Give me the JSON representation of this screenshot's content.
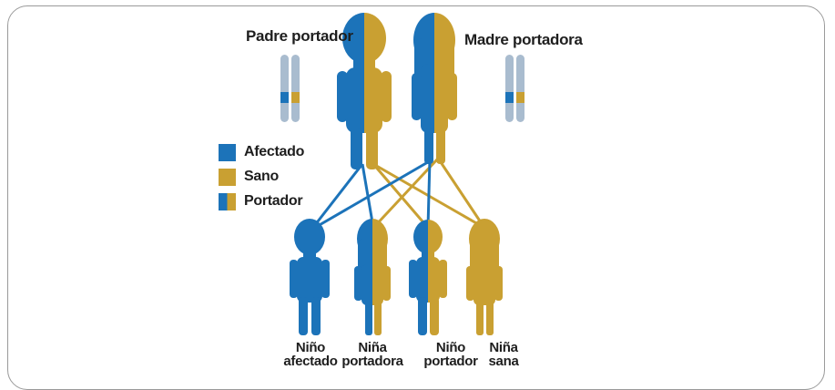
{
  "colors": {
    "affected": "#1c73b9",
    "healthy": "#c9a032",
    "chromosome": "#a9bccf"
  },
  "parents": {
    "father": {
      "label": "Padre portador",
      "icon": "father-carrier-icon"
    },
    "mother": {
      "label": "Madre portadora",
      "icon": "mother-carrier-icon"
    }
  },
  "legend": [
    {
      "label": "Afectado",
      "status": "affected"
    },
    {
      "label": "Sano",
      "status": "healthy"
    },
    {
      "label": "Portador",
      "status": "carrier"
    }
  ],
  "children": [
    {
      "line1": "Niño",
      "line2": "afectado",
      "status": "affected"
    },
    {
      "line1": "Niña",
      "line2": "portadora",
      "status": "carrier"
    },
    {
      "line1": "Niño",
      "line2": "portador",
      "status": "carrier"
    },
    {
      "line1": "Niña",
      "line2": "sana",
      "status": "healthy"
    }
  ]
}
